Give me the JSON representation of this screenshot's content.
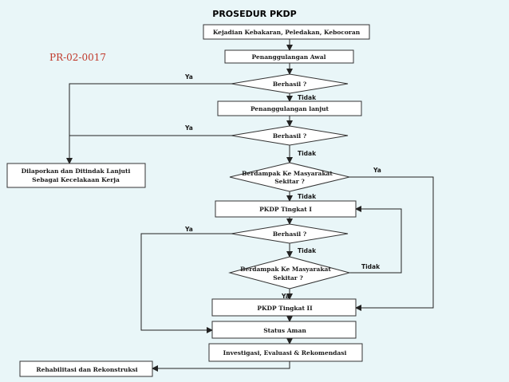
{
  "title": "PROSEDUR PKDP",
  "code": "PR-02-0017",
  "nodes": {
    "start": "Kejadian Kebakaran, Peledakan, Kebocoran",
    "initial": "Penanggulangan Awal",
    "decision1": "Berhasil ?",
    "further": "Penanggulangan lanjut",
    "decision2": "Berhasil ?",
    "reported_line1": "Dilaporkan dan Ditindak Lanjuti",
    "reported_line2": "Sebagai Kecelakaan Kerja",
    "impact1_line1": "Berdampak Ke Masyarakat",
    "impact1_line2": "Sekitar ?",
    "pkdp1": "PKDP Tingkat I",
    "decision3": "Berhasil ?",
    "impact2_line1": "Berdampak Ke Masyarakat",
    "impact2_line2": "Sekitar ?",
    "pkdp2": "PKDP Tingkat II",
    "safe": "Status Aman",
    "investigation": "Investigasi, Evaluasi & Rekomendasi",
    "rehab": "Rehabilitasi dan Rekonstruksi"
  },
  "edges": {
    "d1_yes": "Ya",
    "d1_no": "Tidak",
    "d2_yes": "Ya",
    "d2_no": "Tidak",
    "i1_yes": "Ya",
    "i1_no": "Tidak",
    "d3_yes": "Ya",
    "d3_no": "Tidak",
    "i2_no": "Tidak",
    "i2_yes": "Ya"
  }
}
